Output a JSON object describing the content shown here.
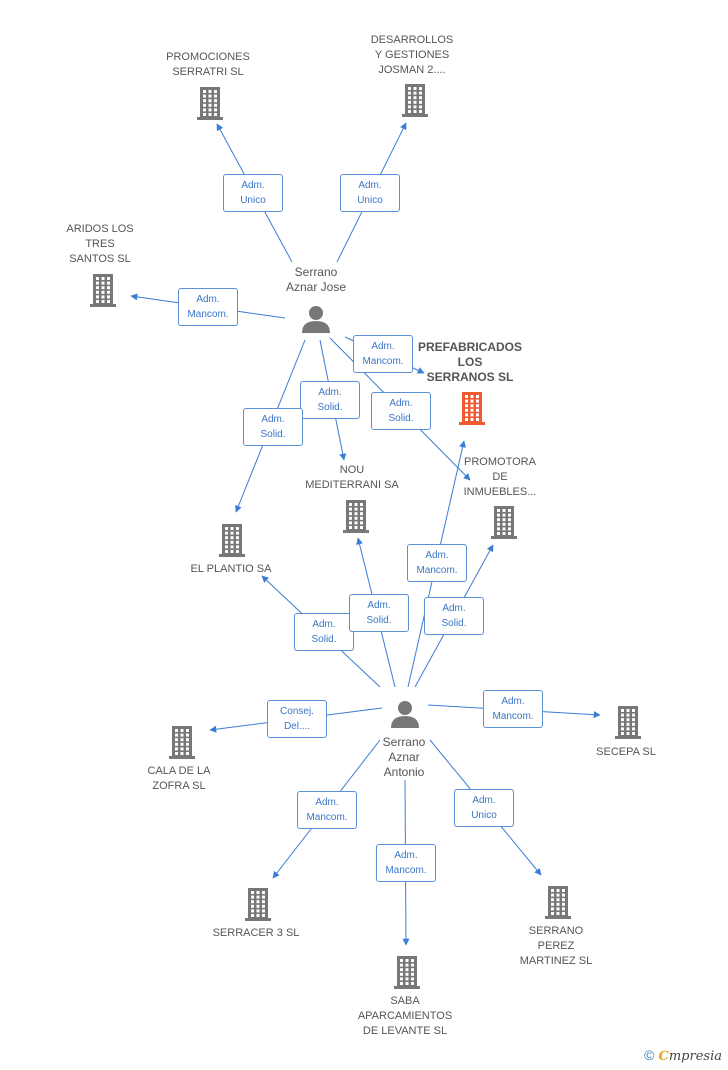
{
  "colors": {
    "edge": "#3a7dd6",
    "building": "#777777",
    "main_building": "#f05a30",
    "person": "#777777",
    "label_text": "#555555",
    "edge_label_border": "#5b8fd6",
    "edge_label_text": "#3a76c7"
  },
  "persons": [
    {
      "id": "p1",
      "label": "Serrano\nAznar Jose",
      "icon": "person-icon"
    },
    {
      "id": "p2",
      "label": "Serrano\nAznar\nAntonio",
      "icon": "person-icon"
    }
  ],
  "companies": [
    {
      "id": "c1",
      "label": "PROMOCIONES\nSERRATRI SL",
      "icon": "building-icon"
    },
    {
      "id": "c2",
      "label": "DESARROLLOS\nY GESTIONES\nJOSMAN 2....",
      "icon": "building-icon"
    },
    {
      "id": "c3",
      "label": "ARIDOS LOS\nTRES\nSANTOS SL",
      "icon": "building-icon"
    },
    {
      "id": "c4",
      "label": "PREFABRICADOS\nLOS\nSERRANOS SL",
      "icon": "building-icon",
      "main": true
    },
    {
      "id": "c5",
      "label": "NOU\nMEDITERRANI SA",
      "icon": "building-icon"
    },
    {
      "id": "c6",
      "label": "PROMOTORA\nDE\nINMUEBLES...",
      "icon": "building-icon"
    },
    {
      "id": "c7",
      "label": "EL PLANTIO SA",
      "icon": "building-icon"
    },
    {
      "id": "c8",
      "label": "CALA DE LA\nZOFRA SL",
      "icon": "building-icon"
    },
    {
      "id": "c9",
      "label": "SECEPA SL",
      "icon": "building-icon"
    },
    {
      "id": "c10",
      "label": "SERRACER 3 SL",
      "icon": "building-icon"
    },
    {
      "id": "c11",
      "label": "SABA\nAPARCAMIENTOS\nDE LEVANTE SL",
      "icon": "building-icon"
    },
    {
      "id": "c12",
      "label": "SERRANO\nPEREZ\nMARTINEZ SL",
      "icon": "building-icon"
    }
  ],
  "edges": [
    {
      "from": "p1",
      "to": "c1",
      "label": "Adm.\nUnico"
    },
    {
      "from": "p1",
      "to": "c2",
      "label": "Adm.\nUnico"
    },
    {
      "from": "p1",
      "to": "c3",
      "label": "Adm.\nMancom."
    },
    {
      "from": "p1",
      "to": "c4",
      "label": "Adm.\nMancom."
    },
    {
      "from": "p1",
      "to": "c5",
      "label": "Adm.\nSolid."
    },
    {
      "from": "p1",
      "to": "c6",
      "label": "Adm.\nSolid."
    },
    {
      "from": "p1",
      "to": "c7",
      "label": "Adm.\nSolid."
    },
    {
      "from": "p2",
      "to": "c7",
      "label": "Adm.\nSolid."
    },
    {
      "from": "p2",
      "to": "c5",
      "label": "Adm.\nSolid."
    },
    {
      "from": "p2",
      "to": "c4",
      "label": "Adm.\nMancom."
    },
    {
      "from": "p2",
      "to": "c6",
      "label": "Adm.\nSolid."
    },
    {
      "from": "p2",
      "to": "c8",
      "label": "Consej.\nDel...."
    },
    {
      "from": "p2",
      "to": "c9",
      "label": "Adm.\nMancom."
    },
    {
      "from": "p2",
      "to": "c10",
      "label": "Adm.\nMancom."
    },
    {
      "from": "p2",
      "to": "c11",
      "label": "Adm.\nMancom."
    },
    {
      "from": "p2",
      "to": "c12",
      "label": "Adm.\nUnico"
    }
  ],
  "footer": {
    "copyright": "©",
    "brand_first": "C",
    "brand_rest": "mpresia"
  }
}
